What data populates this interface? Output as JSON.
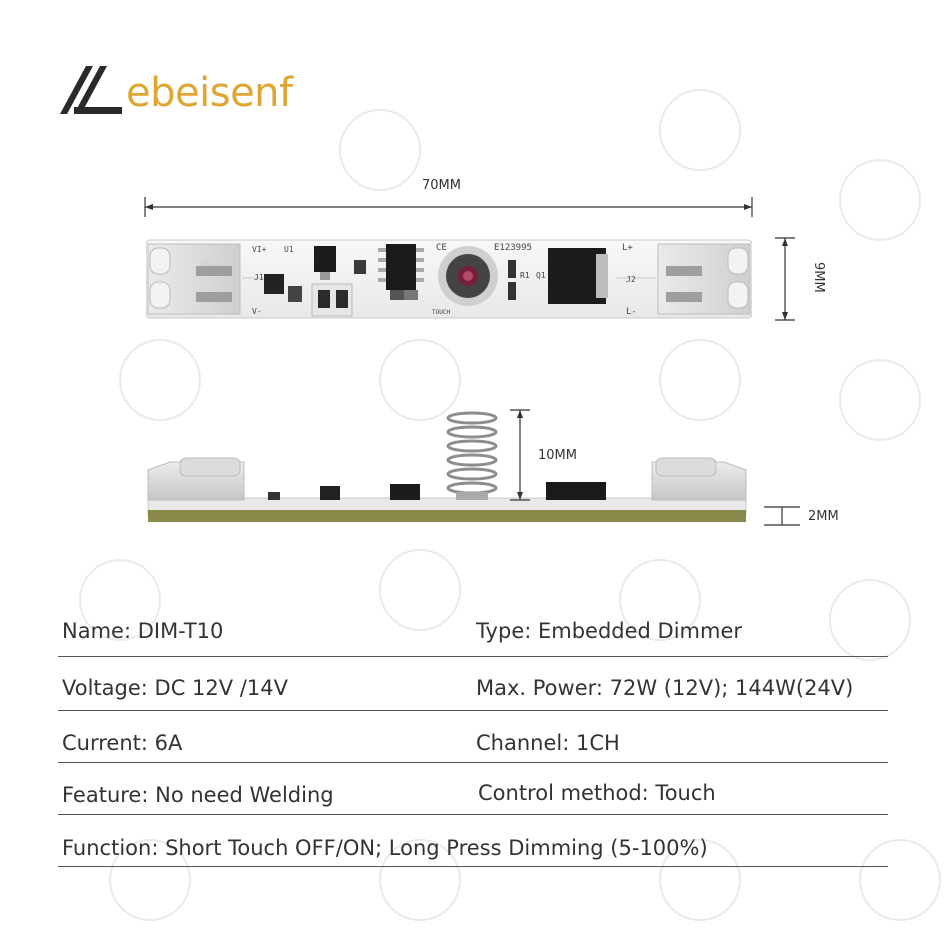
{
  "brand": {
    "logo_text": "ebeisenf",
    "accent_color": "#e0a633"
  },
  "dimensions": {
    "length": "70MM",
    "width": "9MM",
    "spring_height": "10MM",
    "board_height": "2MM"
  },
  "pcb_labels": {
    "vplus": "VI+",
    "vminus": "V-",
    "u1": "U1",
    "j1": "J1",
    "ce": "CE",
    "code": "E123995",
    "lplus": "L+",
    "lminus": "L-",
    "j2": "J2",
    "touch": "TOUCH",
    "r1": "R1",
    "q1": "Q1"
  },
  "specs": {
    "name": "Name: DIM-T10",
    "type": "Type: Embedded Dimmer",
    "voltage": "Voltage: DC 12V /14V",
    "max_power": "Max. Power: 72W (12V); 144W(24V)",
    "current": "Current: 6A",
    "channel": "Channel: 1CH",
    "feature": "Feature: No need Welding",
    "control": "Control method: Touch",
    "function": "Function: Short Touch OFF/ON;  Long Press Dimming (5-100%)"
  }
}
